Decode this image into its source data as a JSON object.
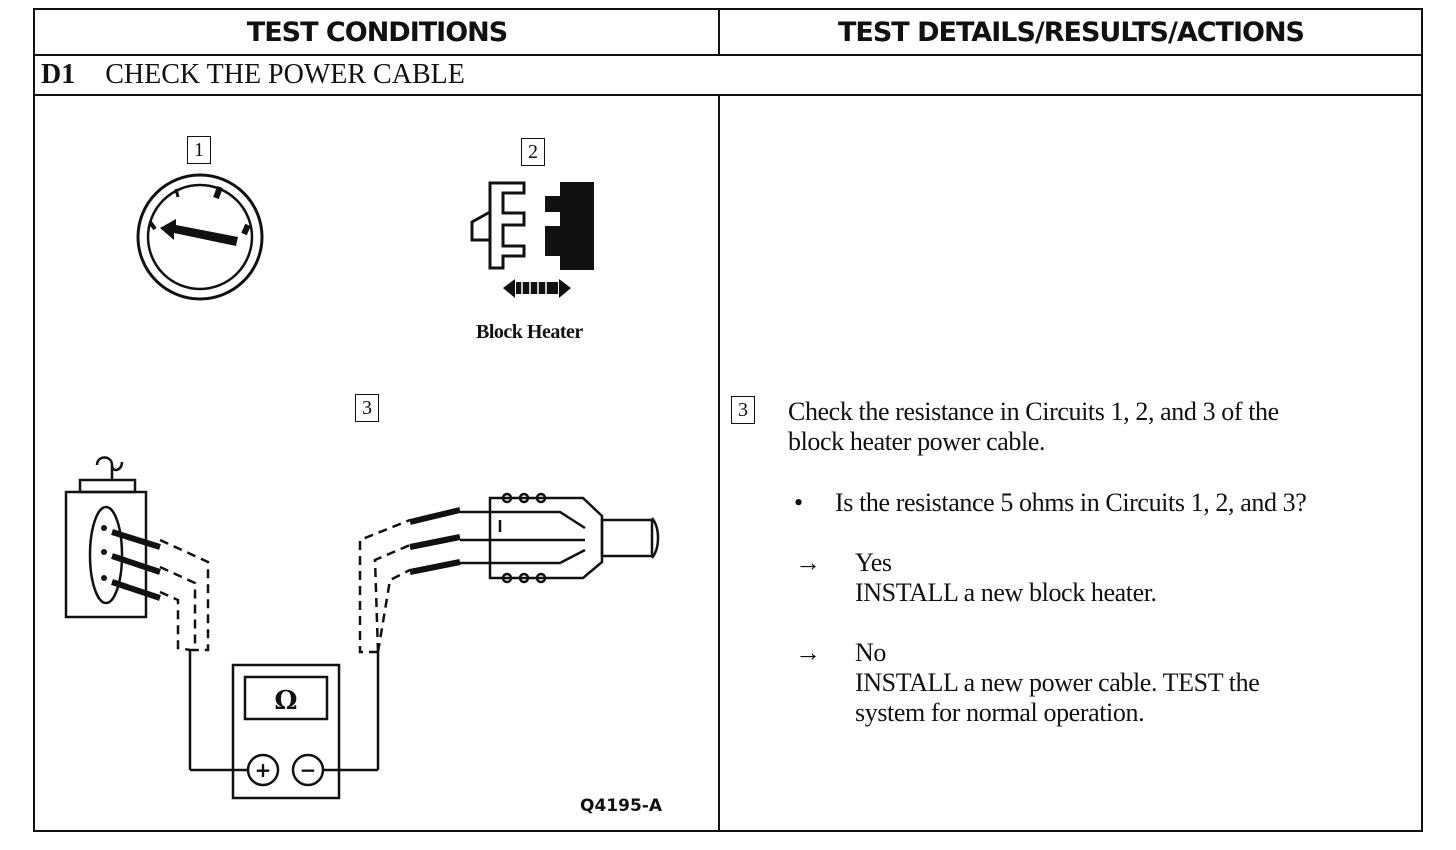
{
  "header": {
    "left": "TEST CONDITIONS",
    "right": "TEST DETAILS/RESULTS/ACTIONS"
  },
  "step": {
    "code": "D1",
    "title": "CHECK THE POWER CABLE"
  },
  "figure": {
    "step1_num": "1",
    "step2_num": "2",
    "step3_num": "3",
    "block_heater_label": "Block Heater",
    "ohm_symbol": "Ω",
    "plus_symbol": "+",
    "minus_symbol": "−",
    "figure_code": "Q4195-A",
    "icons": [
      "ignition-switch-icon",
      "connector-icon",
      "ohmmeter-icon",
      "outlet-icon",
      "power-plug-icon"
    ]
  },
  "details": {
    "step_num": "3",
    "instruction_line1": "Check the resistance in Circuits 1, 2, and 3 of the",
    "instruction_line2": "block heater power cable.",
    "bullet": "•",
    "question": "Is the resistance 5 ohms in Circuits 1, 2, and 3?",
    "arrow": "→",
    "yes_label": "Yes",
    "yes_action": "INSTALL a new block heater.",
    "no_label": "No",
    "no_action_line1": "INSTALL a new power cable. TEST the",
    "no_action_line2": "system for normal operation."
  }
}
